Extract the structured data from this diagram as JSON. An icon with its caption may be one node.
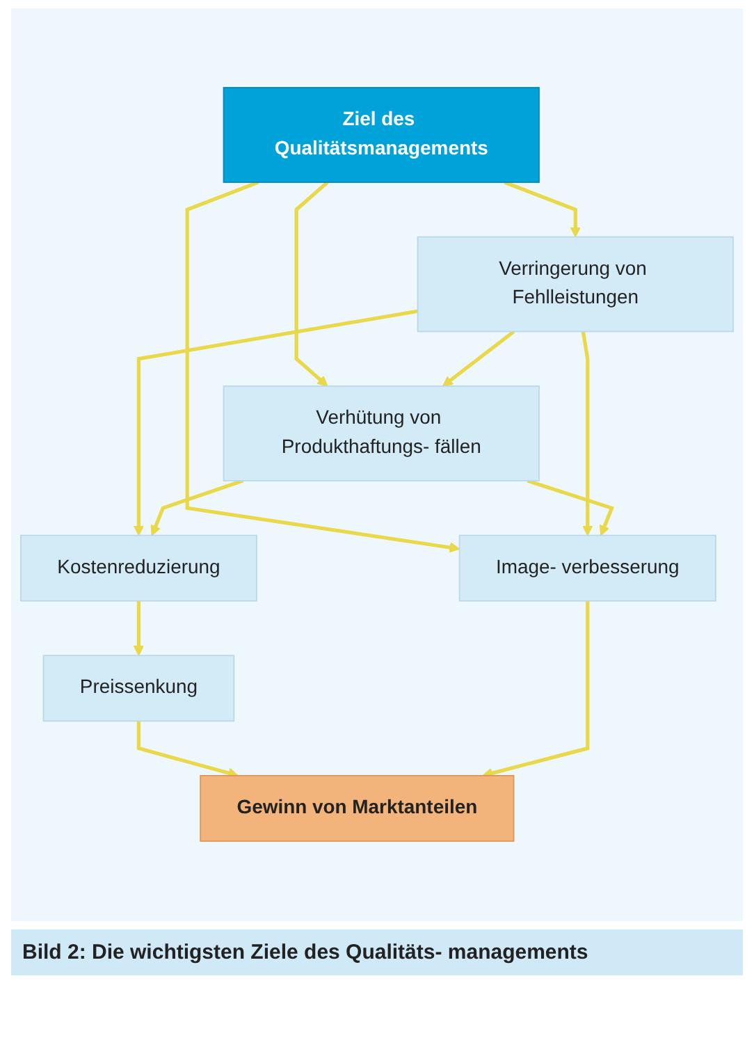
{
  "diagram": {
    "caption": "Bild 2: Die wichtigsten Ziele des Qualitäts- managements",
    "nodes": [
      {
        "text": [
          "Ziel des Qualitätsmanagements"
        ]
      },
      {
        "text": [
          "Verringerung von Fehlleistungen"
        ]
      },
      {
        "text": [
          "Image- verbesserung"
        ]
      },
      {
        "text": [
          "Verhütung von Produkthaftungs- fällen"
        ]
      },
      {
        "text": [
          "Kostenreduzierung"
        ]
      },
      {
        "text": [
          "Preissenkung"
        ]
      },
      {
        "text": [
          "Gewinn von Marktanteilen"
        ]
      }
    ],
    "edges": [
      {
        "from": 0,
        "to": 1,
        "arrow": "to"
      },
      {
        "from": 0,
        "to": 2,
        "arrow": "to"
      },
      {
        "from": 0,
        "to": 3,
        "arrow": "to"
      },
      {
        "from": 1,
        "to": 2,
        "arrow": "to"
      },
      {
        "from": 1,
        "to": 3,
        "arrow": "to"
      },
      {
        "from": 1,
        "to": 4,
        "arrow": "to"
      },
      {
        "from": 3,
        "to": 2,
        "arrow": "to"
      },
      {
        "from": 3,
        "to": 4,
        "arrow": "to"
      },
      {
        "from": 4,
        "to": 5,
        "arrow": "to"
      },
      {
        "from": 5,
        "to": 6,
        "arrow": "to"
      },
      {
        "from": 2,
        "to": 6,
        "arrow": "to"
      }
    ]
  }
}
